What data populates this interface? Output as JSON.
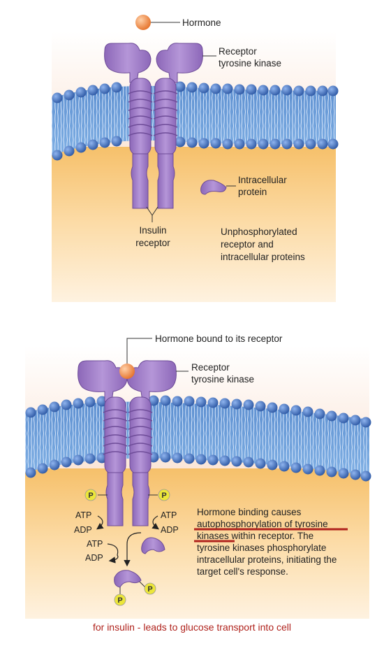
{
  "top_panel": {
    "hormone_label": "Hormone",
    "receptor_label_1": "Receptor",
    "receptor_label_2": "tyrosine kinase",
    "intracellular_label_1": "Intracellular",
    "intracellular_label_2": "protein",
    "insulin_label_1": "Insulin",
    "insulin_label_2": "receptor",
    "state_line_1": "Unphosphorylated",
    "state_line_2": "receptor and",
    "state_line_3": "intracellular proteins"
  },
  "bottom_panel": {
    "bound_label": "Hormone bound to its receptor",
    "receptor_label_1": "Receptor",
    "receptor_label_2": "tyrosine kinase",
    "phosphate": "P",
    "atp": "ATP",
    "adp": "ADP",
    "desc_line_1": "Hormone binding causes",
    "desc_line_2": "autophosphorylation of tyrosine",
    "desc_line_3": "kinases within receptor. The",
    "desc_line_4": "tyrosine kinases phosphorylate",
    "desc_line_5": "intracellular proteins, initiating the",
    "desc_line_6": "target cell's response."
  },
  "annotation": "for insulin - leads to glucose transport into cell",
  "colors": {
    "receptor": "#a07cc4",
    "membrane_head": "#3f6fb8",
    "membrane_core": "#6f9fd8",
    "cytoplasm": "#f6c96d",
    "hormone": "#f08a3c",
    "phosphate": "#e8e23a",
    "annotation": "#b0231d"
  }
}
